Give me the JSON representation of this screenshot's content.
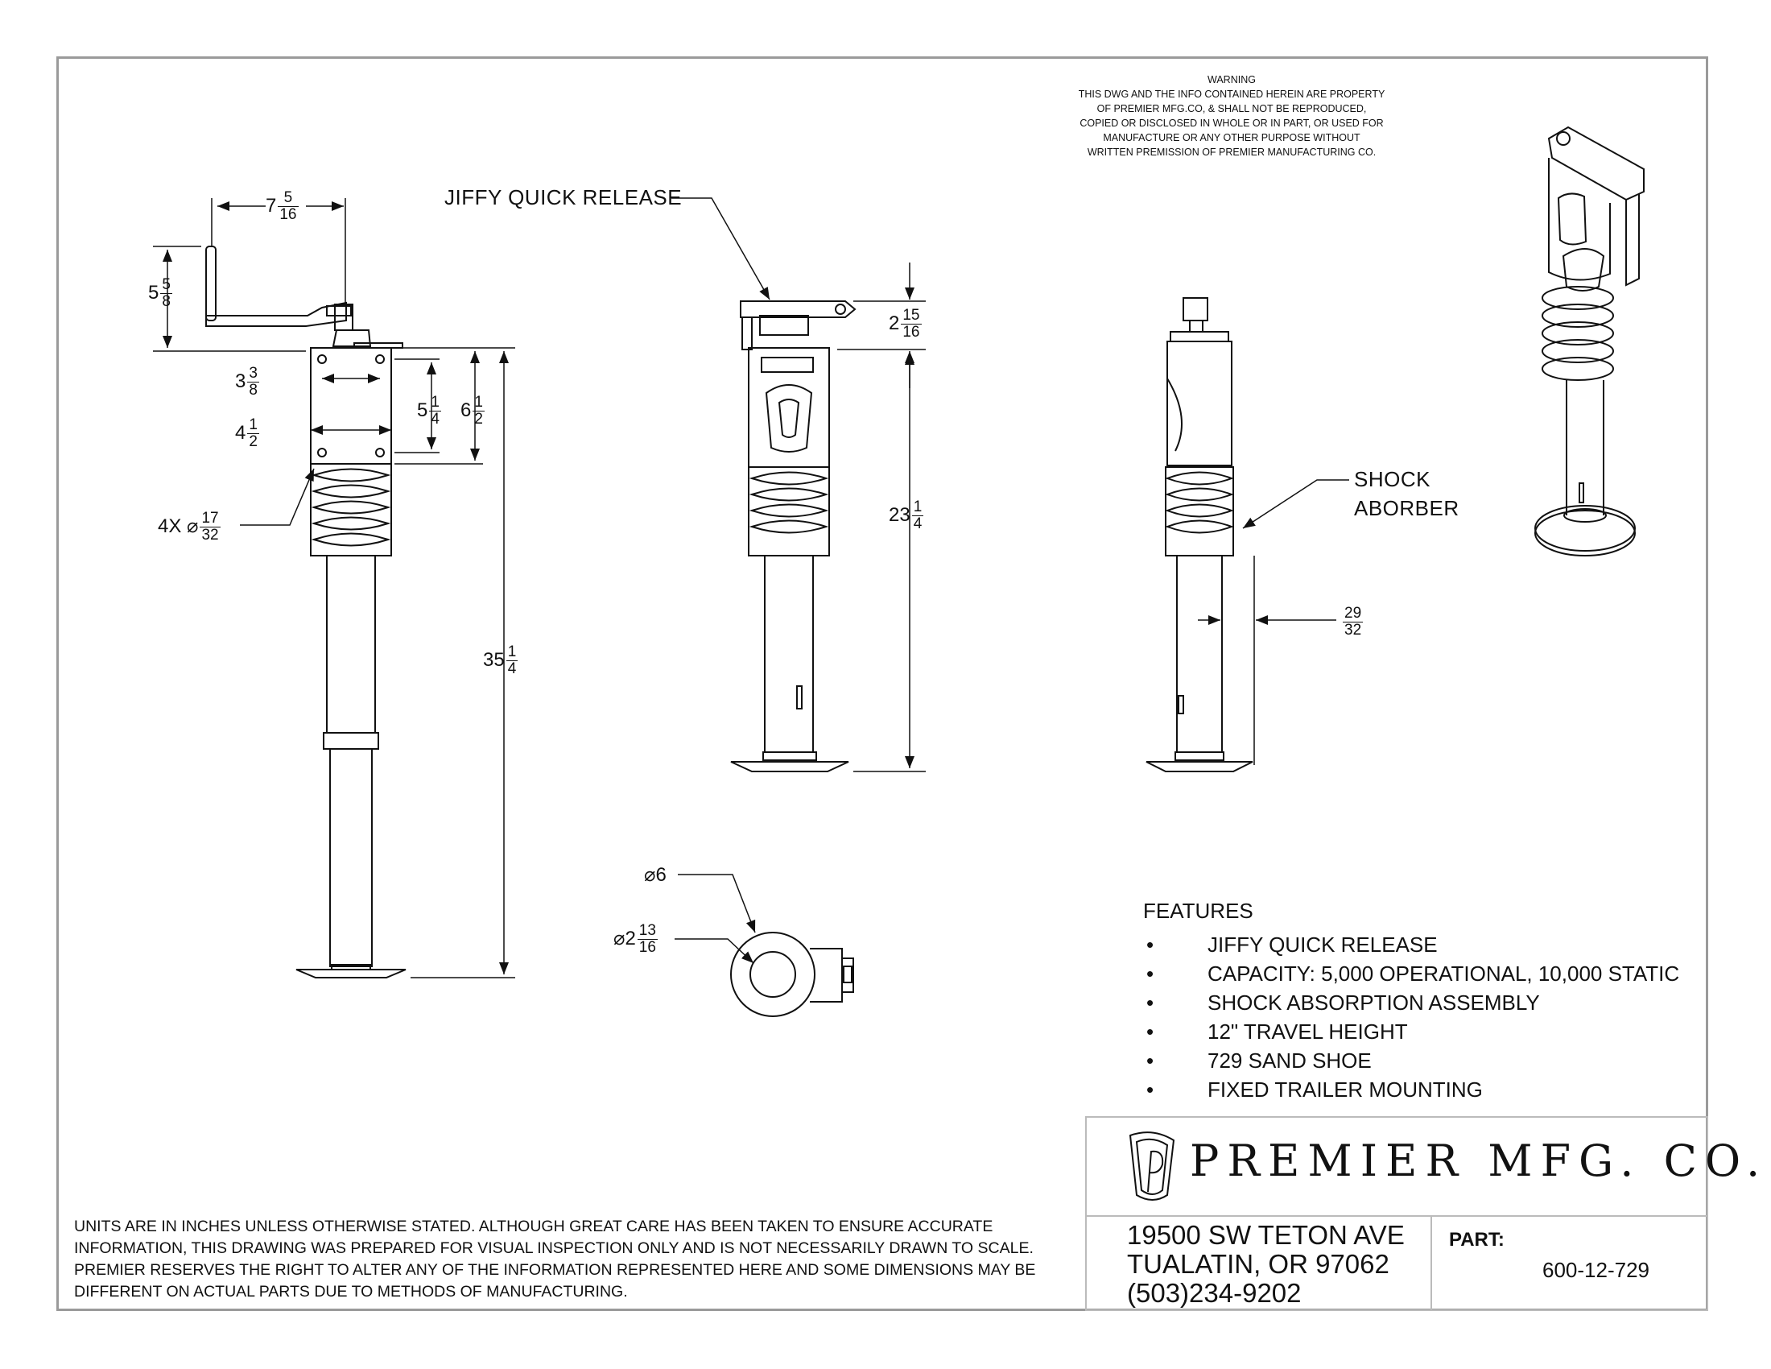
{
  "warning": {
    "title": "WARNING",
    "lines": [
      "THIS DWG AND THE INFO CONTAINED HEREIN ARE PROPERTY",
      "OF PREMIER MFG.CO, & SHALL NOT BE REPRODUCED,",
      "COPIED OR DISCLOSED IN WHOLE OR IN PART, OR USED FOR",
      "MANUFACTURE OR ANY OTHER PURPOSE WITHOUT",
      "WRITTEN PREMISSION OF PREMIER MANUFACTURING CO."
    ]
  },
  "callouts": {
    "jiffy": "JIFFY QUICK RELEASE",
    "shock_line1": "SHOCK",
    "shock_line2": "ABORBER"
  },
  "dimensions": {
    "d_7_5_16": {
      "whole": "7",
      "num": "5",
      "den": "16"
    },
    "d_5_5_8": {
      "whole": "5",
      "num": "5",
      "den": "8"
    },
    "d_3_3_8": {
      "whole": "3",
      "num": "3",
      "den": "8"
    },
    "d_5_1_4": {
      "whole": "5",
      "num": "1",
      "den": "4"
    },
    "d_6_1_2": {
      "whole": "6",
      "num": "1",
      "den": "2"
    },
    "d_4_1_2": {
      "whole": "4",
      "num": "1",
      "den": "2"
    },
    "d_hole": {
      "prefix": "4X ⌀",
      "num": "17",
      "den": "32"
    },
    "d_35_1_4": {
      "whole": "35",
      "num": "1",
      "den": "4"
    },
    "d_2_15_16": {
      "whole": "2",
      "num": "15",
      "den": "16"
    },
    "d_23_1_4": {
      "whole": "23",
      "num": "1",
      "den": "4"
    },
    "d_29_32": {
      "num": "29",
      "den": "32"
    },
    "d_dia6": "⌀6",
    "d_dia2": {
      "prefix": "⌀2",
      "num": "13",
      "den": "16"
    }
  },
  "features": {
    "heading": "FEATURES",
    "items": [
      "JIFFY QUICK RELEASE",
      "CAPACITY: 5,000 OPERATIONAL, 10,000 STATIC",
      "SHOCK ABSORPTION ASSEMBLY",
      "12\" TRAVEL HEIGHT",
      "729 SAND SHOE",
      "FIXED TRAILER MOUNTING"
    ],
    "bullet": "•"
  },
  "title_block": {
    "company": "PREMIER MFG. CO.",
    "logo_icon": "premier-p-shield-logo",
    "address": [
      "19500 SW TETON AVE",
      "TUALATIN, OR 97062",
      "(503)234-9202"
    ],
    "part_label": "PART:",
    "part_number": "600-12-729"
  },
  "notes": "UNITS ARE IN INCHES UNLESS OTHERWISE STATED.  ALTHOUGH GREAT CARE HAS BEEN TAKEN TO ENSURE ACCURATE INFORMATION, THIS DRAWING WAS PREPARED FOR VISUAL INSPECTION ONLY AND IS NOT NECESSARILY DRAWN TO SCALE.  PREMIER RESERVES THE RIGHT TO ALTER ANY OF THE INFORMATION REPRESENTED HERE AND SOME DIMENSIONS MAY BE DIFFERENT ON ACTUAL PARTS DUE TO METHODS OF MANUFACTURING."
}
